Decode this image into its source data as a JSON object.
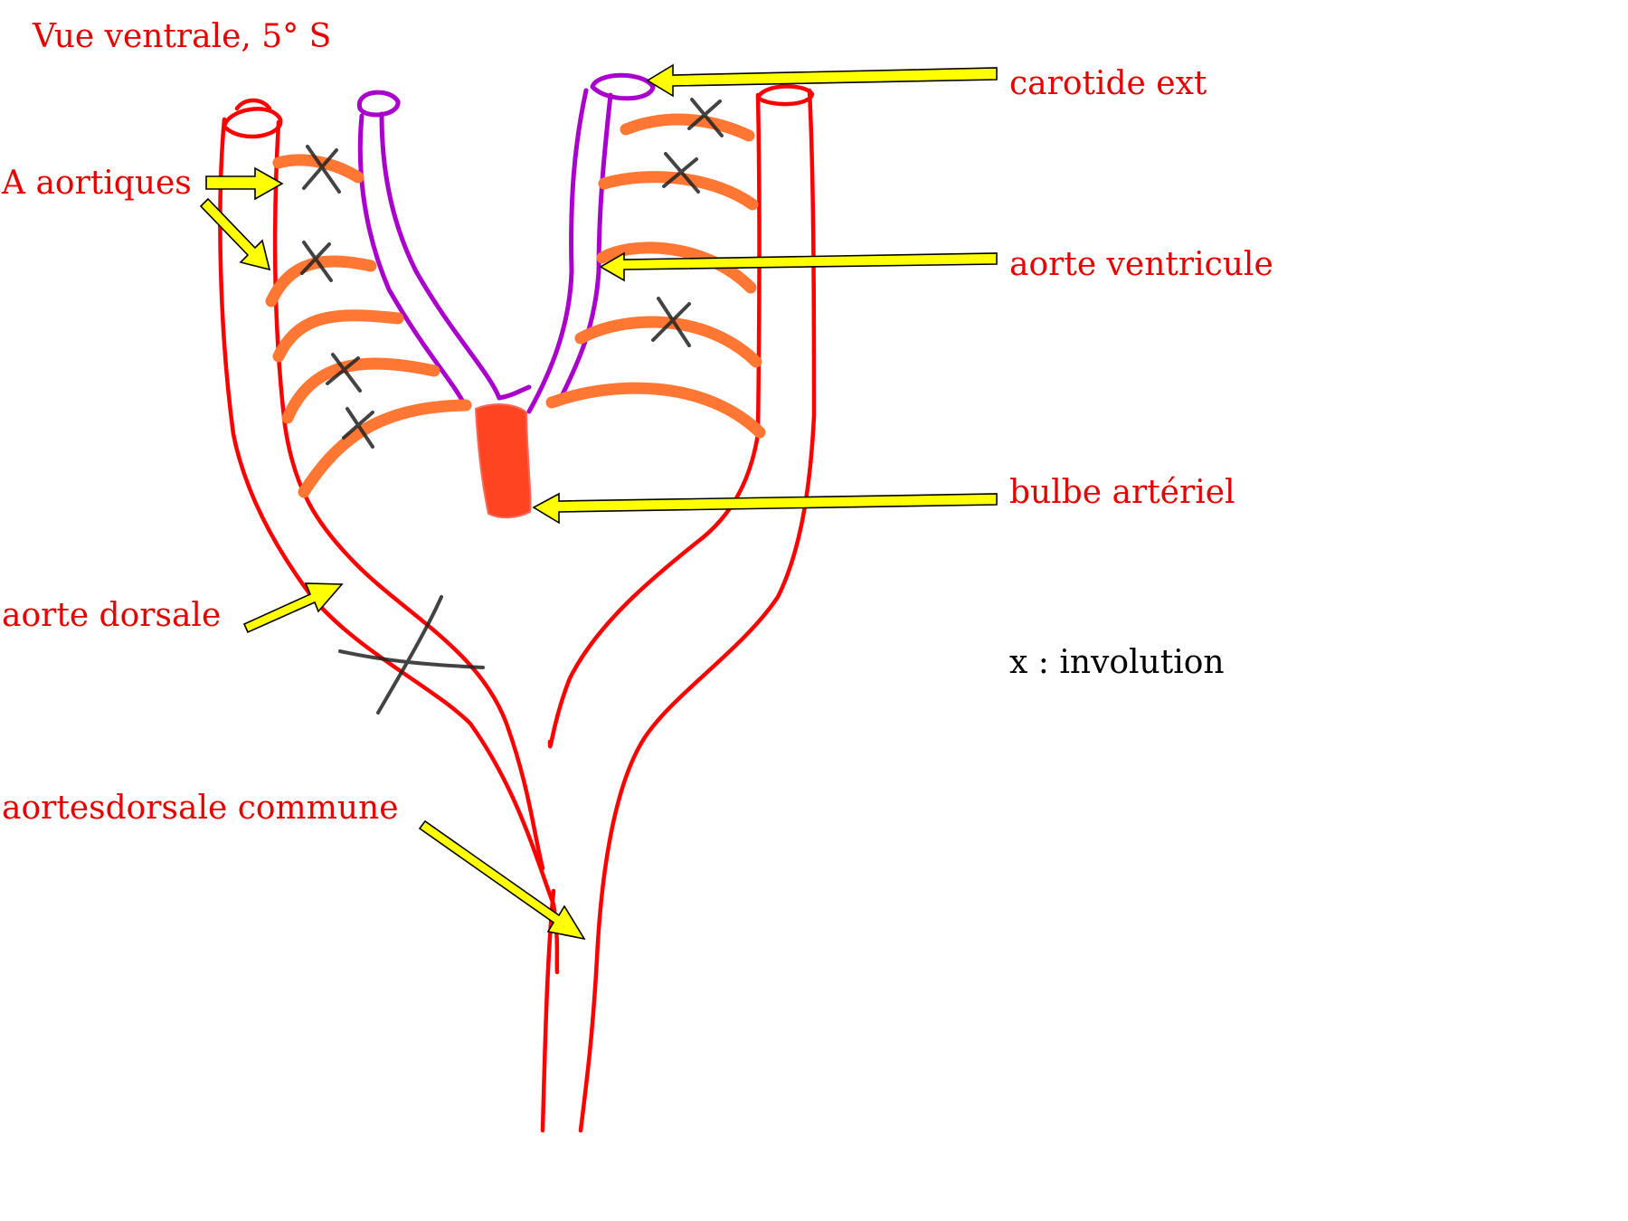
{
  "diagram": {
    "title": "Vue ventrale, 5° S",
    "labels": {
      "carotide_ext": "carotide ext",
      "a_aortiques": "A aortiques",
      "aorte_ventricule": "aorte ventricule",
      "bulbe_arteriel": "bulbe artériel",
      "aorte_dorsale": "aorte dorsale",
      "aorte_dorsale_commune": "aortesdorsale commune"
    },
    "legend": "x : involution",
    "colors": {
      "label_text": "#e60000",
      "dorsal_aorta": "#ff0000",
      "ventral_aorta": "#aa00cc",
      "aortic_arches": "#ff7733",
      "bulbus": "#ff4422",
      "arrows": "#ffff00",
      "involution_marks": "#222222"
    }
  }
}
